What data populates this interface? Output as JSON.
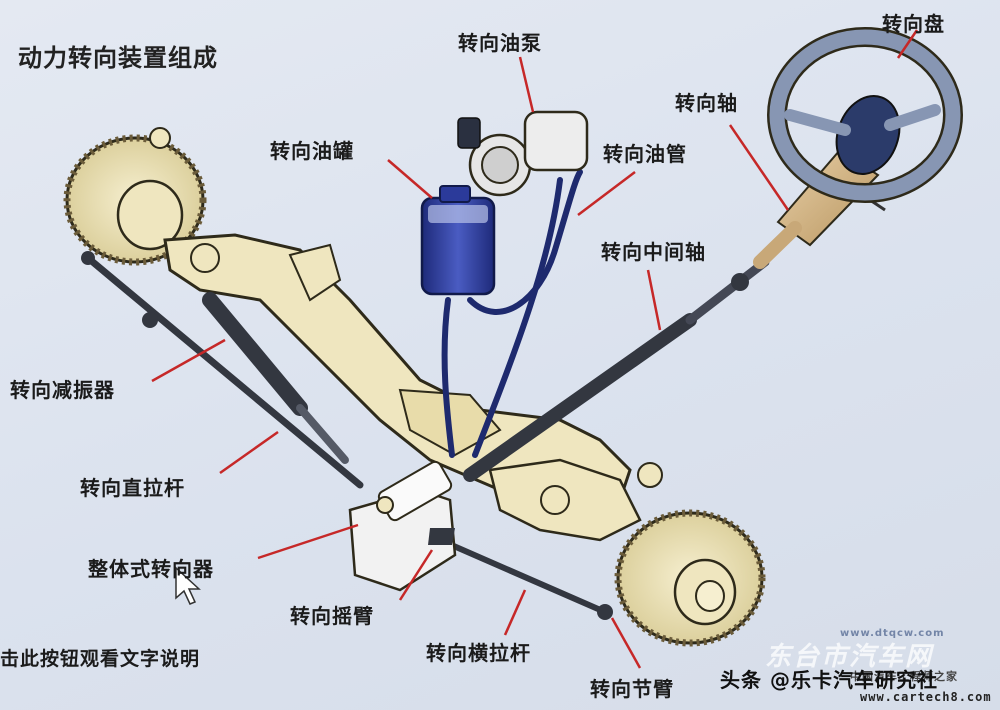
{
  "title": "动力转向装置组成",
  "labels": {
    "steering_wheel": "转向盘",
    "steering_pump": "转向油泵",
    "steering_shaft": "转向轴",
    "steering_reservoir": "转向油罐",
    "steering_oil_pipe": "转向油管",
    "intermediate_shaft": "转向中间轴",
    "steering_damper": "转向减振器",
    "drag_link": "转向直拉杆",
    "integral_steering_gear": "整体式转向器",
    "pitman_arm": "转向摇臂",
    "tie_rod": "转向横拉杆",
    "knuckle_arm": "转向节臂"
  },
  "hint": "击此按钮观看文字说明",
  "credit": "头条 @乐卡汽车研究社",
  "watermark": "东台市汽车网",
  "watermark_sub": "www.dtqcw.com",
  "site": "www.cartech8.com",
  "org": "中国汽车工程师之家",
  "colors": {
    "axle": "#efe6bf",
    "axle_outline": "#2e2a1a",
    "hose": "#1e2a6e",
    "reservoir": "#2b3a9a",
    "shaft": "#d7b98e",
    "wheel": "#8796b3",
    "leader": "#c62828",
    "rod": "#333740"
  }
}
